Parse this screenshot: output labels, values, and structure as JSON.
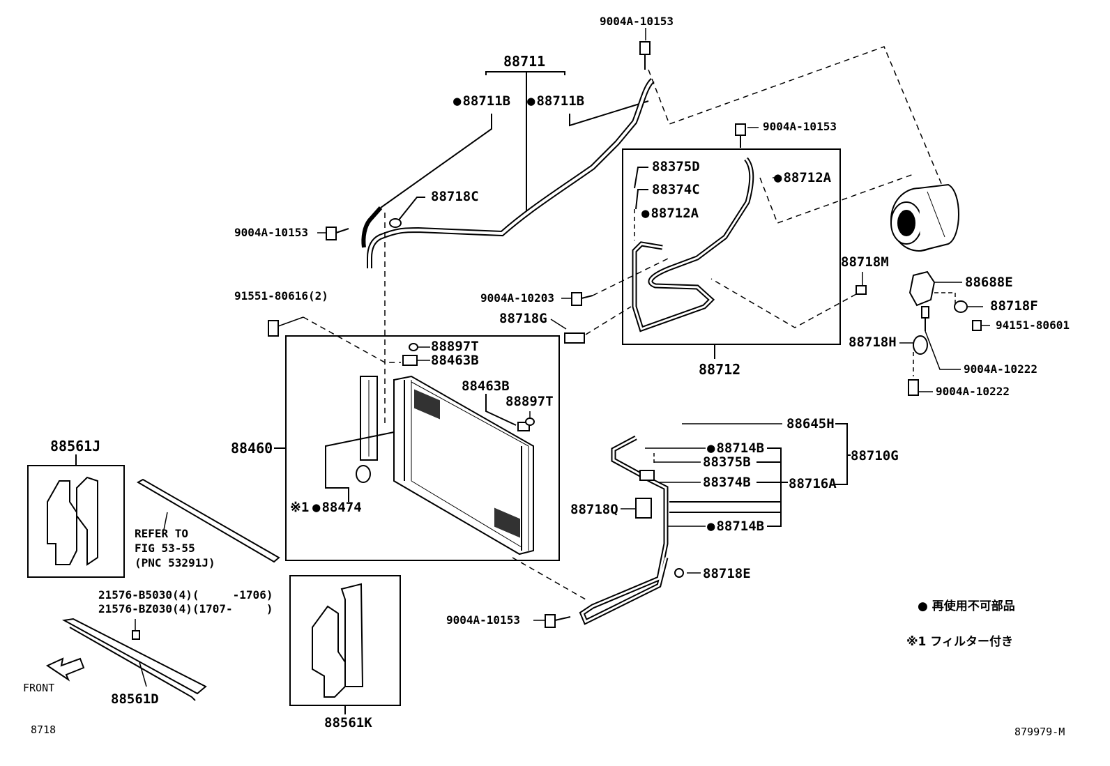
{
  "parts": {
    "p88711": "88711",
    "p88711B_a": "88711B",
    "p88711B_b": "88711B",
    "bolt_top": "9004A-10153",
    "bolt_mid": "9004A-10153",
    "bolt_left": "9004A-10153",
    "bolt_bottom": "9004A-10153",
    "p88718C": "88718C",
    "p88375D": "88375D",
    "p88374C": "88374C",
    "p88712A_a": "88712A",
    "p88712A_b": "88712A",
    "bolt_10203": "9004A-10203",
    "p88718G": "88718G",
    "p88712": "88712",
    "p88718M": "88718M",
    "p88688E": "88688E",
    "p88718F": "88718F",
    "p94151": "94151-80601",
    "p88718H": "88718H",
    "bolt_10222_a": "9004A-10222",
    "bolt_10222_b": "9004A-10222",
    "p91551": "91551-80616(2)",
    "p88897T_a": "88897T",
    "p88463B_a": "88463B",
    "p88463B_b": "88463B",
    "p88897T_b": "88897T",
    "p88460": "88460",
    "p88474": "88474",
    "mark1": "※1",
    "p88561J": "88561J",
    "refer_line1": "REFER TO",
    "refer_line2": "FIG 53-55",
    "refer_line3": "(PNC 53291J)",
    "p88645H": "88645H",
    "p88710G": "88710G",
    "p88714B_a": "88714B",
    "p88375B": "88375B",
    "p88374B": "88374B",
    "p88716A": "88716A",
    "p88718Q": "88718Q",
    "p88714B_b": "88714B",
    "p88718E": "88718E",
    "p21576_a": "21576-B5030(4)(     -1706)",
    "p21576_b": "21576-BZ030(4)(1707-     )",
    "front": "FRONT",
    "p88561D": "88561D",
    "p88561K": "88561K",
    "fig_no": "8718",
    "drawing_no": "879979-M"
  },
  "legend": {
    "dot_note": "再使用不可部品",
    "mark_note_prefix": "※1",
    "mark_note": "フィルター付き"
  }
}
